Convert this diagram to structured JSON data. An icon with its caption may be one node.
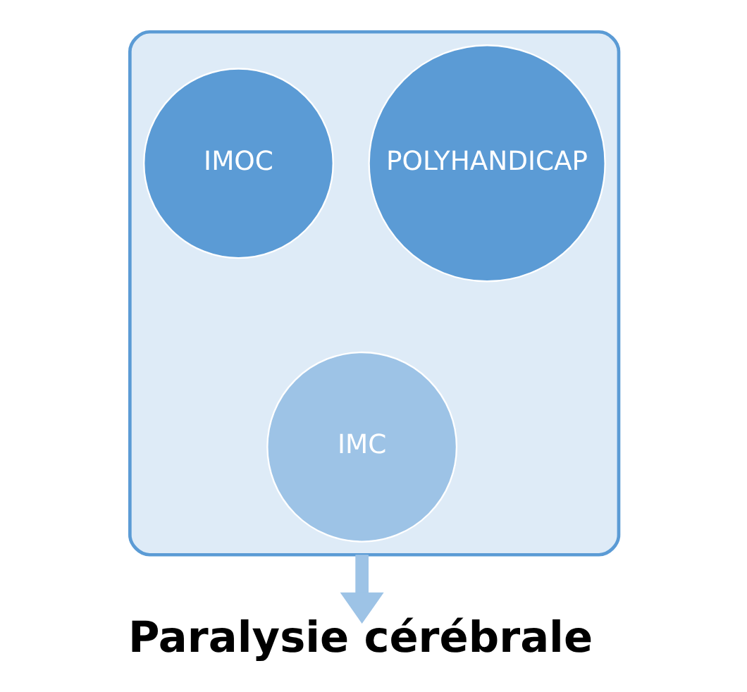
{
  "diagram": {
    "nodes": [
      {
        "text": [],
        "shape": "funnel"
      },
      {
        "text": [
          "IMOC"
        ],
        "in": 0
      },
      {
        "text": [
          "POLYHANDICAP"
        ],
        "in": 0
      },
      {
        "text": [
          "IMC"
        ],
        "in": 0
      },
      {
        "text": [
          "Paralysie cérébrale"
        ]
      }
    ],
    "edges": [
      {
        "from": 0,
        "to": 4,
        "arrow": "to"
      }
    ]
  }
}
